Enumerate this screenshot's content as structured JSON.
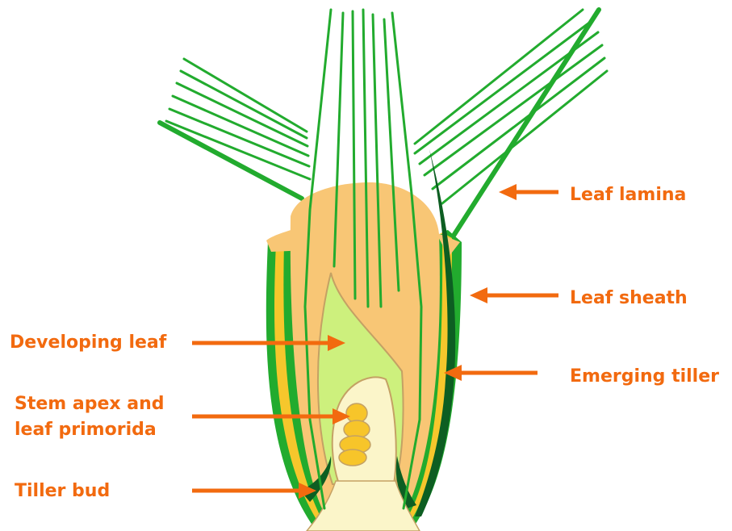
{
  "labels": {
    "leaf_lamina": "Leaf lamina",
    "leaf_sheath": "Leaf sheath",
    "developing_leaf": "Developing leaf",
    "emerging_tiller": "Emerging tiller",
    "stem_apex_line1": "Stem apex and",
    "stem_apex_line2": "leaf primorida",
    "tiller_bud": "Tiller bud"
  },
  "colors": {
    "label_text": "#f26a0f",
    "arrow": "#f26a0f",
    "sheath_green": "#22ab2e",
    "dark_green": "#0d5e22",
    "yellow": "#f6c72c",
    "tan": "#f8c675",
    "light_green": "#cdf07d",
    "cream": "#fbf5c9",
    "primordia": "#f7c52a",
    "outline": "#c4a164"
  }
}
